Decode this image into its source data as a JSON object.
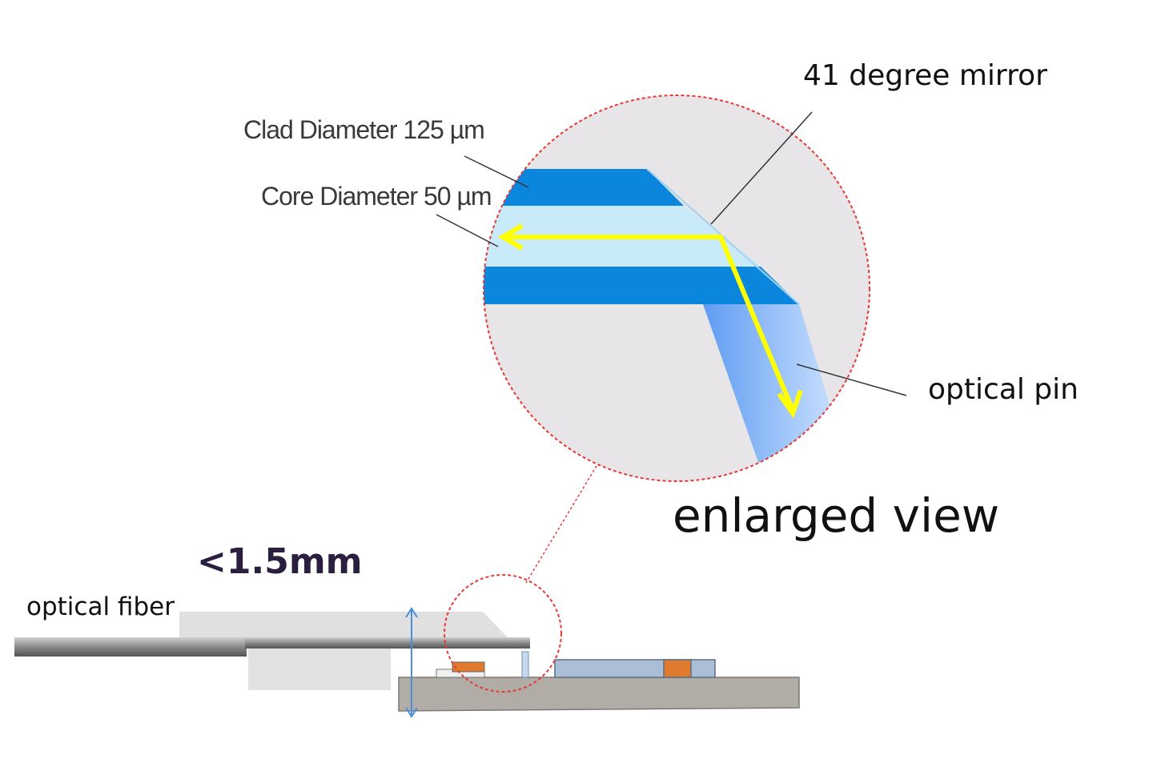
{
  "labels": {
    "mirror": "41 degree mirror",
    "clad": "Clad Diameter 125 µm",
    "core": "Core Diameter 50 µm",
    "optical_pin": "optical pin",
    "enlarged_view": "enlarged view",
    "height_dimension": "<1.5mm",
    "optical_fiber": "optical fiber"
  },
  "colors": {
    "clad": "#0a87dd",
    "core": "#c9eaf8",
    "light_path": "#ffff00",
    "zoom_circle_outline": "#e53935",
    "zoom_circle_fill": "#e7e5e7",
    "dimension_arrow": "#4a90d9",
    "substrate": "#b1aca6",
    "chip": "#aabfd6",
    "solder_pad": "#e07a2e"
  }
}
